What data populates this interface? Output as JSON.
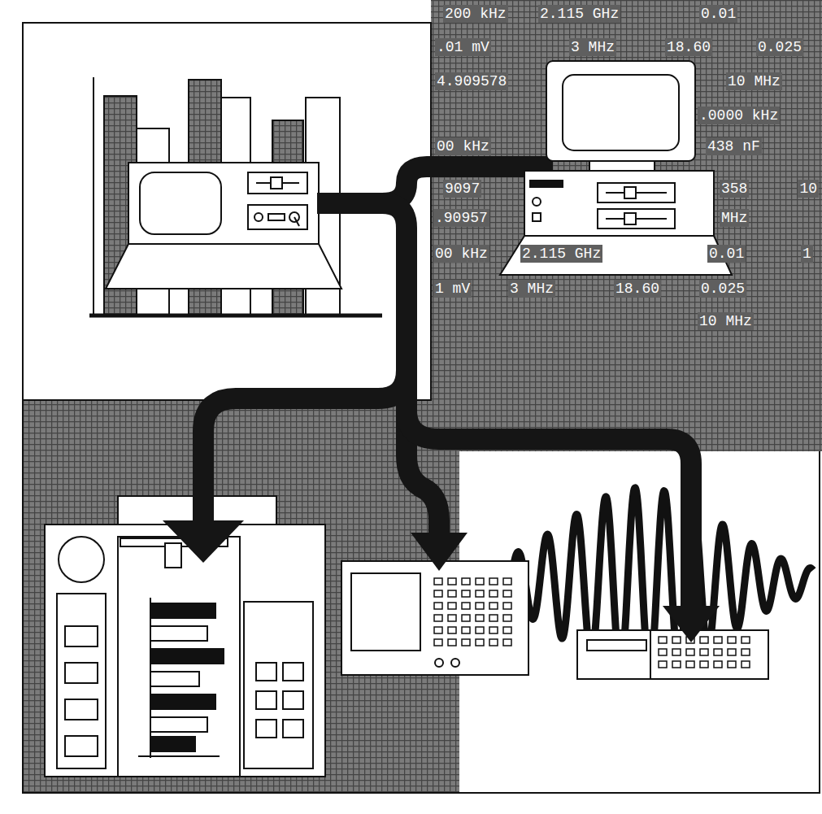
{
  "diagram": {
    "labels": [
      "200 kHz",
      "2.115 GHz",
      "0.01",
      ".01 mV",
      "3 MHz",
      "18.60",
      "0.025",
      "4.909578",
      "10 MHz",
      ".0000 kHz",
      "00 kHz",
      "438 nF",
      "9097",
      "358",
      "10",
      ".90957",
      "MHz",
      "00 kHz",
      "2.115 GHz",
      "0.01",
      "1",
      "1 mV",
      "3 MHz",
      "18.60",
      "0.025",
      "10 MHz"
    ]
  }
}
